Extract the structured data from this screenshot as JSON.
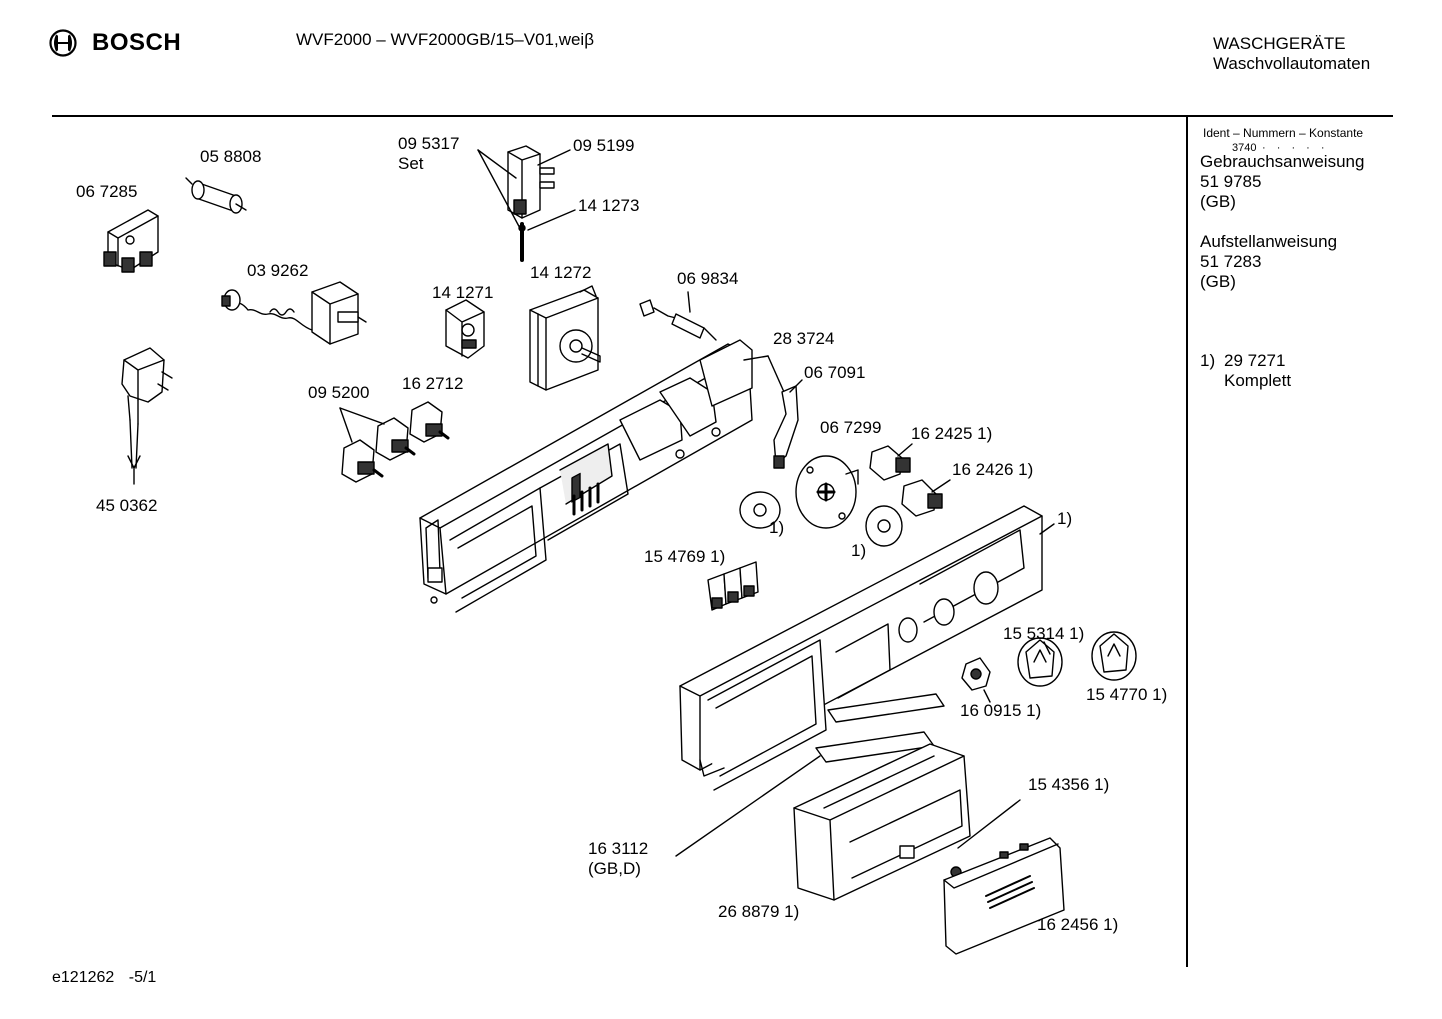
{
  "header": {
    "brand": "BOSCH",
    "model": "WVF2000 – WVF2000GB/15–V01,weiβ",
    "category_line1": "WASCHGERÄTE",
    "category_line2": "Waschvollautomaten"
  },
  "sidebar": {
    "ident_title": "Ident – Nummern – Konstante",
    "ident_value": "3740",
    "doc1_title": "Gebrauchsanweisung",
    "doc1_number": "51 9785",
    "doc1_region": "(GB)",
    "doc2_title": "Aufstellanweisung",
    "doc2_number": "51 7283",
    "doc2_region": "(GB)",
    "note_marker": "1)",
    "note_number": "29 7271",
    "note_text": "Komplett"
  },
  "parts": {
    "p058808": "05 8808",
    "p067285": "06 7285",
    "p039262": "03 9262",
    "p450362": "45 0362",
    "p095317": "09 5317",
    "p095317_set": "Set",
    "p095199": "09 5199",
    "p141273": "14 1273",
    "p141271": "14 1271",
    "p141272": "14 1272",
    "p069834": "06 9834",
    "p283724": "28 3724",
    "p067091": "06 7091",
    "p095200": "09 5200",
    "p162712": "16 2712",
    "p067299": "06 7299",
    "p162425": "16 2425 1)",
    "p162426": "16 2426 1)",
    "p_note_a": "1)",
    "p_note_b": "1)",
    "p_note_c": "1)",
    "p154769": "15 4769 1)",
    "p155314": "15 5314 1)",
    "p154770": "15 4770 1)",
    "p160915": "16 0915 1)",
    "p154356": "15 4356 1)",
    "p163112": "16 3112",
    "p163112_region": "(GB,D)",
    "p268879": "26 8879 1)",
    "p162456": "16 2456 1)"
  },
  "footer": {
    "drawing_id": "e121262",
    "page": "-5/1"
  }
}
